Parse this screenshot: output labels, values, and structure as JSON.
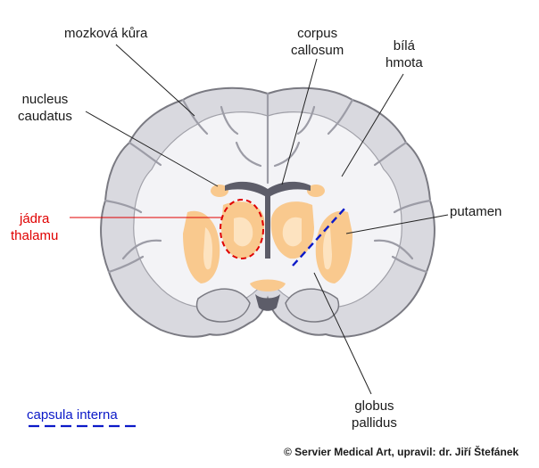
{
  "labels": {
    "cortex": "mozková kůra",
    "corpus_line1": "corpus",
    "corpus_line2": "callosum",
    "white_line1": "bílá",
    "white_line2": "hmota",
    "caudate_line1": "nucleus",
    "caudate_line2": "caudatus",
    "thalamus_line1": "jádra",
    "thalamus_line2": "thalamu",
    "putamen": "putamen",
    "globus_line1": "globus",
    "globus_line2": "pallidus",
    "capsula_legend": "capsula interna"
  },
  "credit": "© Servier Medical Art, upravil: dr. Jiří Štefánek",
  "colors": {
    "cortex_fill": "#d9d9df",
    "white_matter": "#f3f3f6",
    "outline": "#7a7a82",
    "ventricle": "#5d5d69",
    "nuclei": "#f9c98e",
    "nuclei_light": "#fde3c0",
    "thalamus_marker": "#e00000",
    "capsula_marker": "#0b19c8",
    "leader_line": "#222222"
  }
}
